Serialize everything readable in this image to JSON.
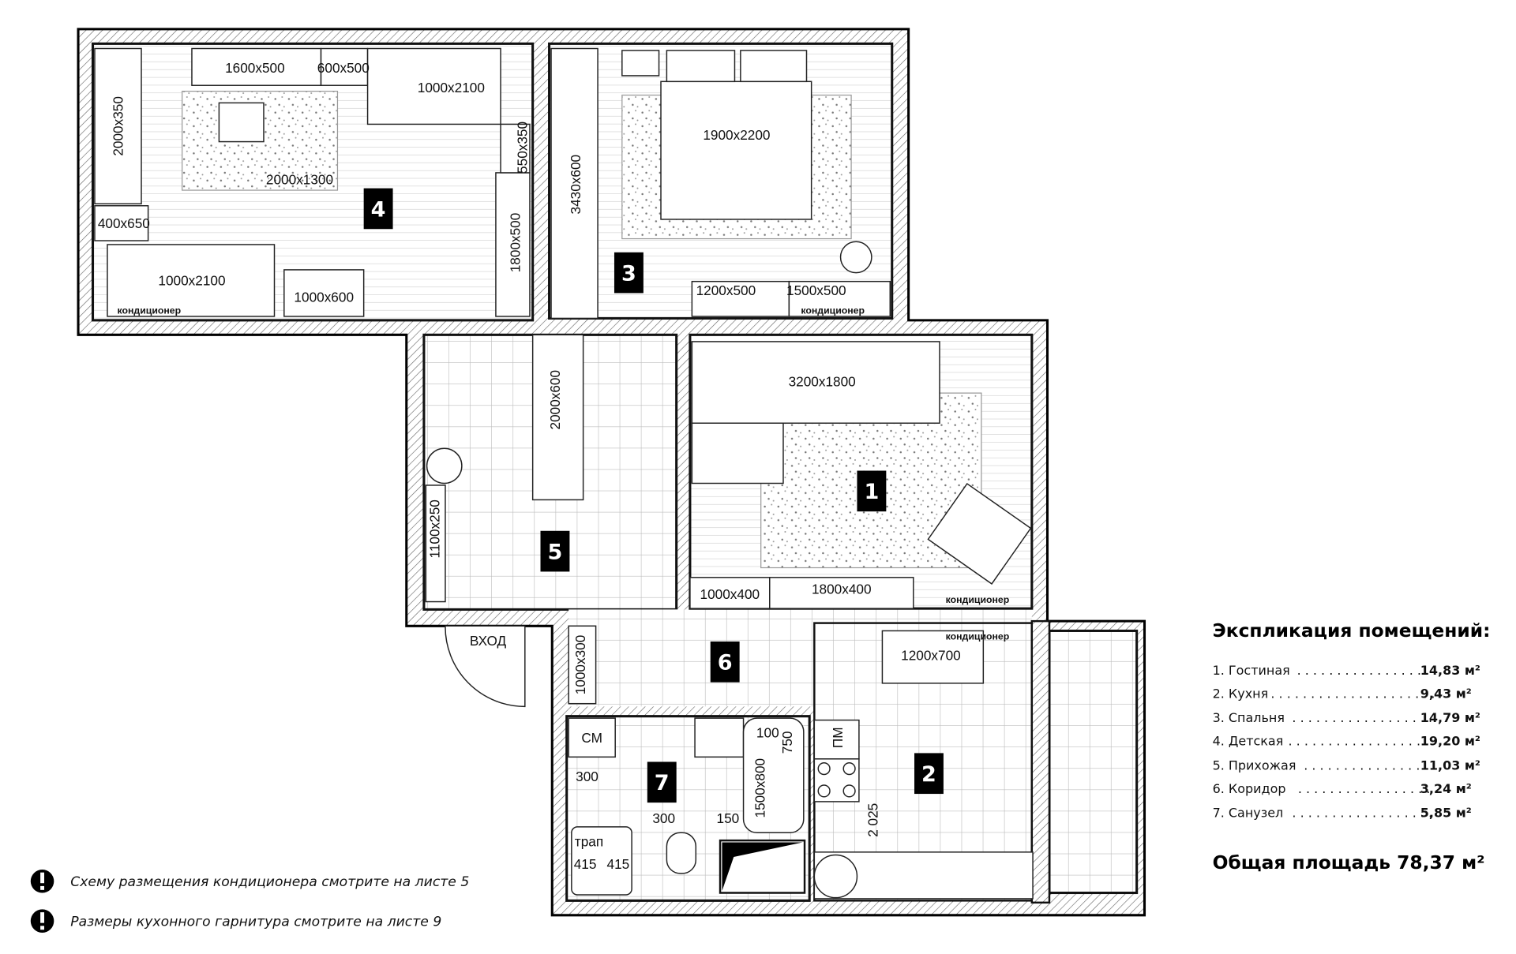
{
  "plan": {
    "rooms": [
      {
        "number": "1"
      },
      {
        "number": "2"
      },
      {
        "number": "3"
      },
      {
        "number": "4"
      },
      {
        "number": "5"
      },
      {
        "number": "6"
      },
      {
        "number": "7"
      }
    ],
    "labels": [
      "1600x500",
      "600x500",
      "1000x2100",
      "2000x350",
      "2000x1300",
      "550x350",
      "400x650",
      "1800x500",
      "1000x2100",
      "1000x600",
      "кондиционер",
      "3430x600",
      "1900x2200",
      "1200x500",
      "1500x500",
      "кондиционер",
      "3200x1800",
      "2000x600",
      "1100x250",
      "ВХОД",
      "1000x400",
      "1800x400",
      "кондиционер",
      "кондиционер",
      "1200x700",
      "1000x300",
      "СМ",
      "300",
      "100",
      "750",
      "ПМ",
      "1500x800",
      "300",
      "150",
      "2 025",
      "трап",
      "415",
      "415"
    ]
  },
  "legend": {
    "title": "Экспликация помещений:",
    "items": [
      {
        "name": "1. Гостиная",
        "area": "14,83 м²"
      },
      {
        "name": "2. Кухня",
        "area": "9,43 м²"
      },
      {
        "name": "3. Спальня",
        "area": "14,79 м²"
      },
      {
        "name": "4. Детская",
        "area": "19,20 м²"
      },
      {
        "name": "5. Прихожая",
        "area": "11,03 м²"
      },
      {
        "name": "6. Коридор",
        "area": "3,24 м²"
      },
      {
        "name": "7. Санузел",
        "area": "5,85 м²"
      }
    ],
    "total": "Общая площадь 78,37 м²"
  },
  "notes": [
    {
      "icon": "exclamation-icon",
      "text": "Схему размещения кондиционера смотрите на листе 5"
    },
    {
      "icon": "exclamation-icon",
      "text": "Размеры кухонного гарнитура смотрите на листе 9"
    }
  ],
  "colors": {
    "wall": "#000000",
    "badge": "#000000",
    "grid": "#bdbdbd"
  }
}
